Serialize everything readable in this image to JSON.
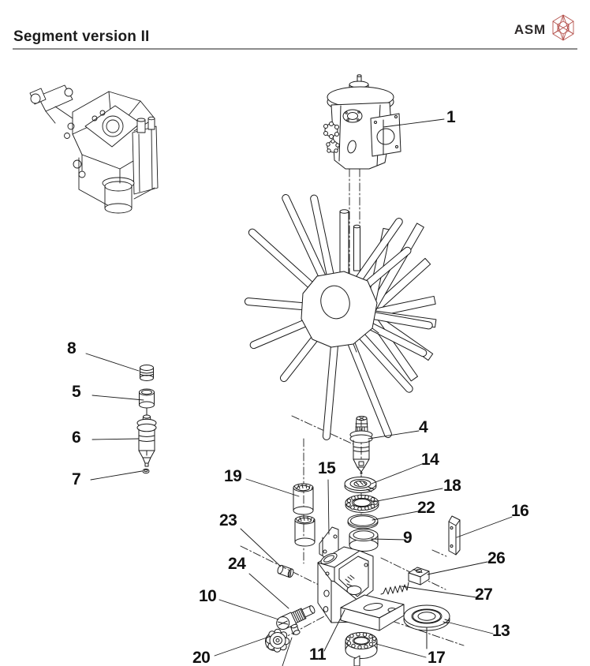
{
  "header": {
    "title": "Segment version II",
    "brand": "ASM"
  },
  "colors": {
    "line": "#1a1a1a",
    "rule": "#8c8c8c",
    "logo_accent": "#b5534e",
    "background": "#ffffff"
  },
  "callouts": {
    "c1": "1",
    "c4": "4",
    "c5": "5",
    "c6": "6",
    "c7": "7",
    "c8": "8",
    "c9": "9",
    "c10": "10",
    "c11": "11",
    "c13": "13",
    "c14": "14",
    "c15": "15",
    "c16": "16",
    "c17": "17",
    "c18": "18",
    "c19": "19",
    "c20": "20",
    "c22": "22",
    "c23": "23",
    "c24": "24",
    "c26": "26",
    "c27": "27"
  }
}
